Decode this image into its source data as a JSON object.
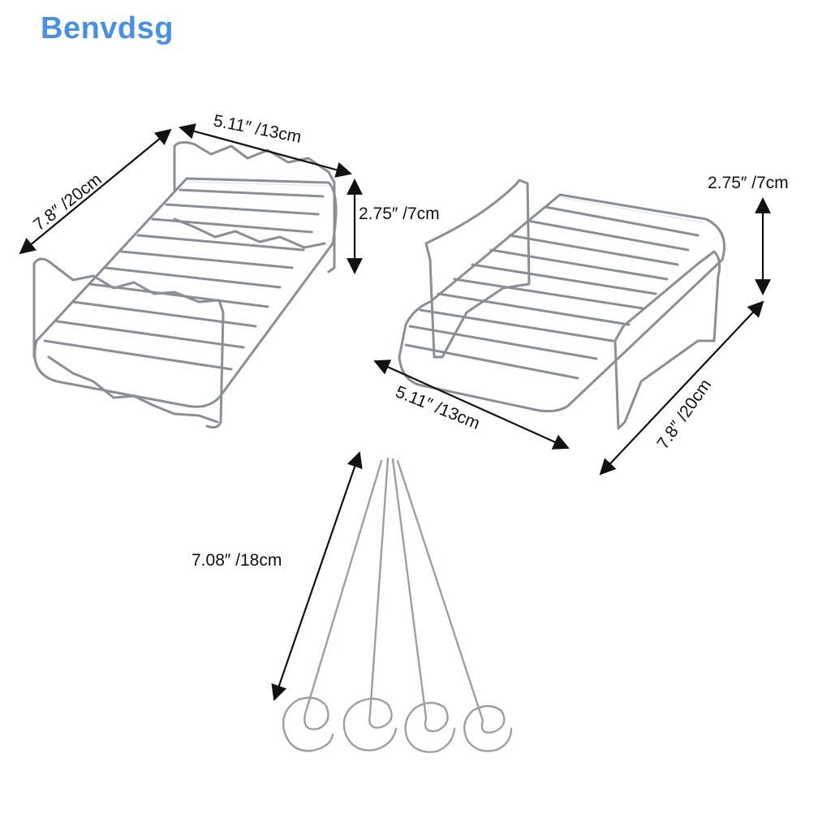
{
  "brand": {
    "name": "Benvdsg"
  },
  "rack_left": {
    "length_label": "7.8″ /20cm",
    "width_label": "5.11″ /13cm",
    "height_label": "2.75″ /7cm"
  },
  "rack_right": {
    "length_label": "7.8″ /20cm",
    "width_label": "5.11″ /13cm",
    "height_label": "2.75″ /7cm"
  },
  "skewers": {
    "length_label": "7.08″ /18cm",
    "count": 4
  }
}
